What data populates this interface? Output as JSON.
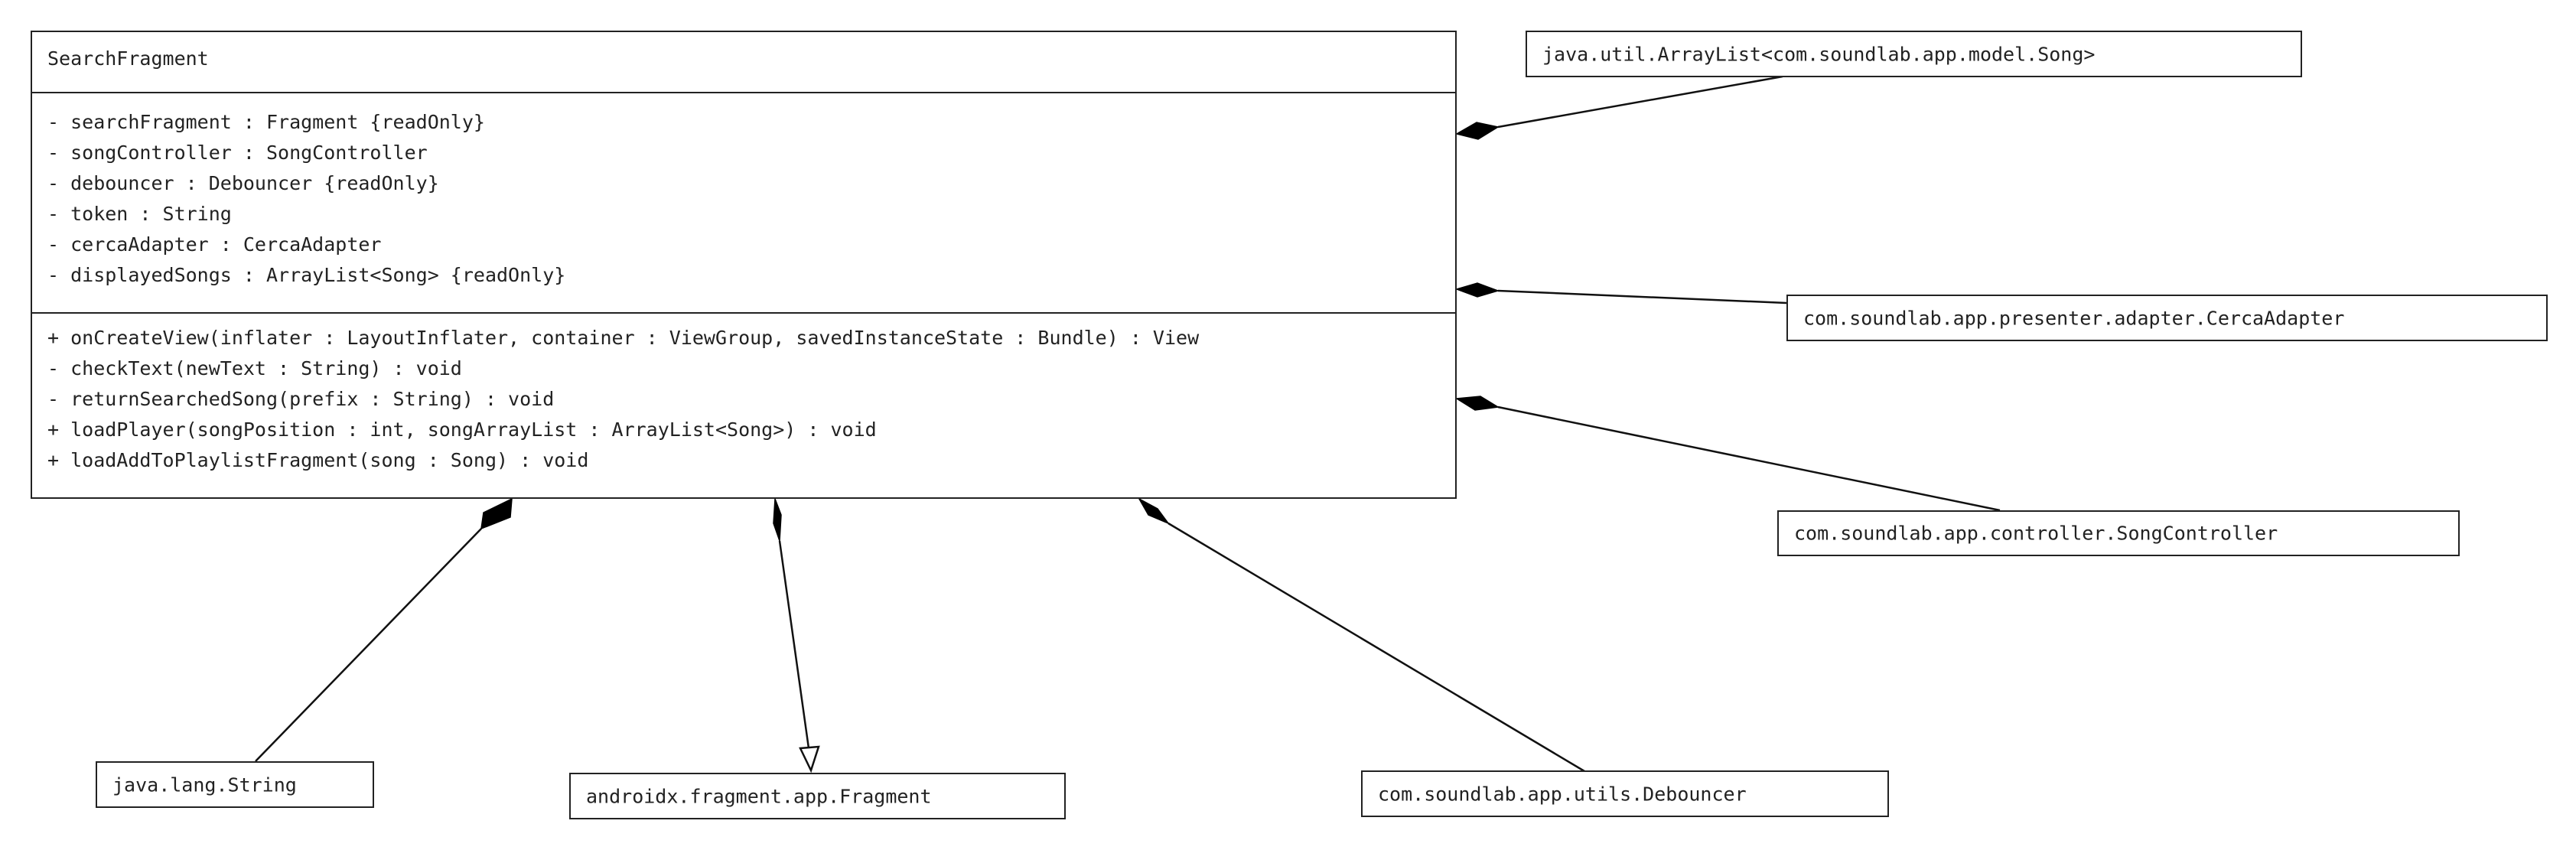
{
  "main_class": {
    "name": "SearchFragment",
    "attributes": [
      "- searchFragment : Fragment {readOnly}",
      "- songController : SongController",
      "- debouncer : Debouncer {readOnly}",
      "- token : String",
      "- cercaAdapter : CercaAdapter",
      "- displayedSongs : ArrayList<Song> {readOnly}"
    ],
    "methods": [
      "+ onCreateView(inflater : LayoutInflater, container : ViewGroup, savedInstanceState : Bundle) : View",
      "- checkText(newText : String) : void",
      "- returnSearchedSong(prefix : String) : void",
      "+ loadPlayer(songPosition : int, songArrayList : ArrayList<Song>) : void",
      "+ loadAddToPlaylistFragment(song : Song) : void"
    ]
  },
  "related_classes": {
    "arraylist": "java.util.ArrayList<com.soundlab.app.model.Song>",
    "cerca_adapter": "com.soundlab.app.presenter.adapter.CercaAdapter",
    "song_controller": "com.soundlab.app.controller.SongController",
    "string": "java.lang.String",
    "fragment": "androidx.fragment.app.Fragment",
    "debouncer": "com.soundlab.app.utils.Debouncer"
  }
}
